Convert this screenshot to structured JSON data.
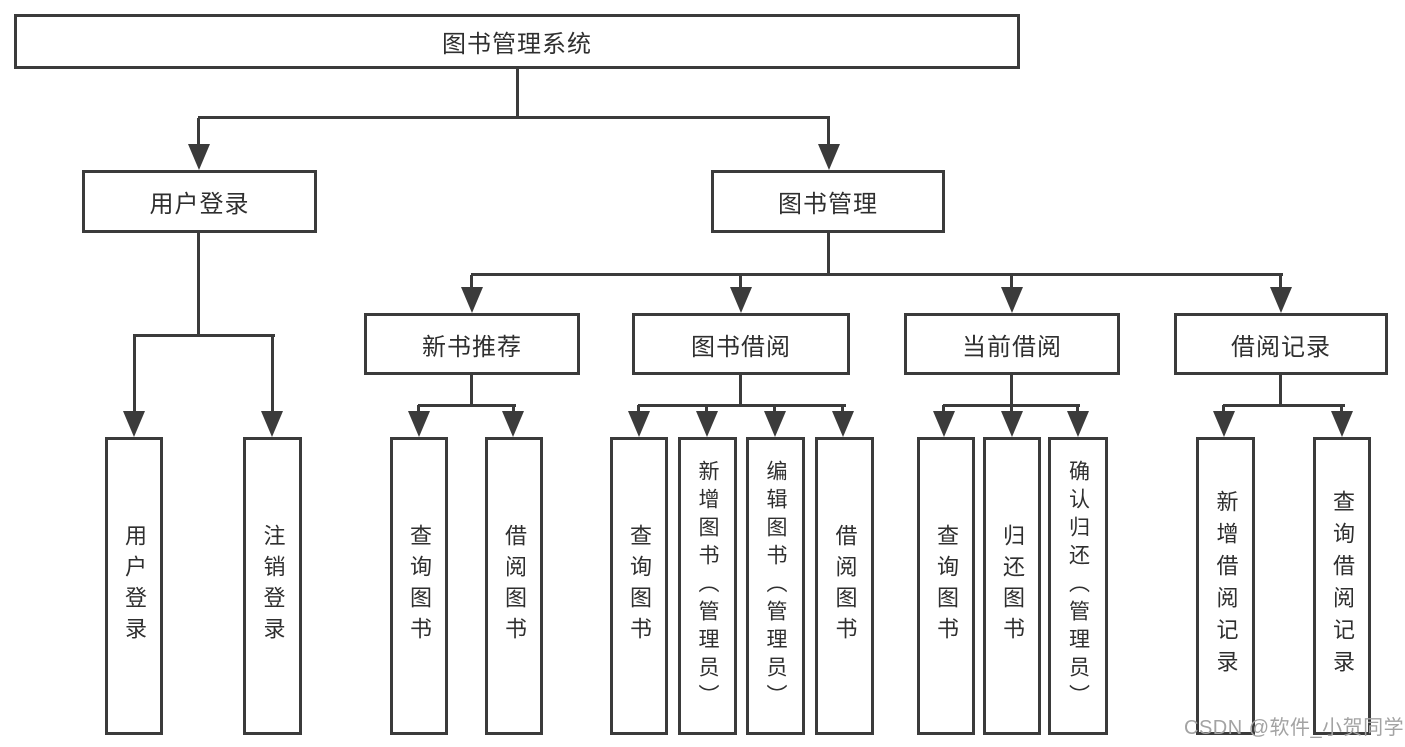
{
  "diagram": {
    "root": {
      "label": "图书管理系统"
    },
    "level2": {
      "user_login": {
        "label": "用户登录"
      },
      "book_mgmt": {
        "label": "图书管理"
      }
    },
    "level3": {
      "new_books": {
        "label": "新书推荐"
      },
      "book_borrow": {
        "label": "图书借阅"
      },
      "current_borrow": {
        "label": "当前借阅"
      },
      "borrow_records": {
        "label": "借阅记录"
      }
    },
    "leaves": {
      "user_login_login": {
        "label": "用户登录"
      },
      "user_login_logout": {
        "label": "注销登录"
      },
      "new_books_query": {
        "label": "查询图书"
      },
      "new_books_borrow": {
        "label": "借阅图书"
      },
      "book_borrow_query": {
        "label": "查询图书"
      },
      "book_borrow_add": {
        "label": "新增图书（管理员）"
      },
      "book_borrow_edit": {
        "label": "编辑图书（管理员）"
      },
      "book_borrow_lend": {
        "label": "借阅图书"
      },
      "current_borrow_query": {
        "label": "查询图书"
      },
      "current_borrow_return": {
        "label": "归还图书"
      },
      "current_borrow_confirm": {
        "label": "确认归还（管理员）"
      },
      "borrow_records_add": {
        "label": "新增借阅记录"
      },
      "borrow_records_query": {
        "label": "查询借阅记录"
      }
    },
    "hierarchy": [
      {
        "parent": "图书管理系统",
        "children": [
          "用户登录",
          "图书管理"
        ]
      },
      {
        "parent": "用户登录",
        "children": [
          "用户登录",
          "注销登录"
        ]
      },
      {
        "parent": "图书管理",
        "children": [
          "新书推荐",
          "图书借阅",
          "当前借阅",
          "借阅记录"
        ]
      },
      {
        "parent": "新书推荐",
        "children": [
          "查询图书",
          "借阅图书"
        ]
      },
      {
        "parent": "图书借阅",
        "children": [
          "查询图书",
          "新增图书（管理员）",
          "编辑图书（管理员）",
          "借阅图书"
        ]
      },
      {
        "parent": "当前借阅",
        "children": [
          "查询图书",
          "归还图书",
          "确认归还（管理员）"
        ]
      },
      {
        "parent": "借阅记录",
        "children": [
          "新增借阅记录",
          "查询借阅记录"
        ]
      }
    ],
    "colors": {
      "line": "#3b3b3b",
      "text": "#2f2f2f",
      "background": "#ffffff",
      "watermark": "#a3a3a3"
    },
    "watermark": "CSDN @软件_小贺同学"
  }
}
